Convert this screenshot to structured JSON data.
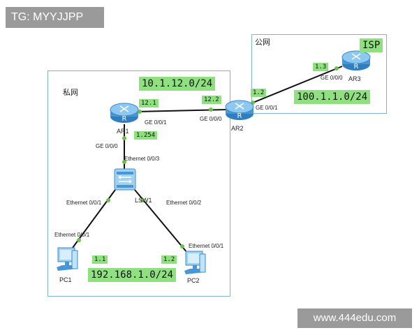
{
  "watermarks": {
    "top_left": "TG: MYYJJPP",
    "bottom_right": "www.444edu.com"
  },
  "zones": {
    "private": "私网",
    "public": "公网"
  },
  "networks": {
    "wan12": "10.1.12.0/24",
    "lan": "192.168.1.0/24",
    "isp_net": "100.1.1.0/24",
    "isp": "ISP"
  },
  "devices": {
    "ar1": "AR1",
    "ar2": "AR2",
    "ar3": "AR3",
    "lsw1": "LSW1",
    "pc1": "PC1",
    "pc2": "PC2"
  },
  "ips": {
    "ar1_ge001": "12.1",
    "ar2_ge000": "12.2",
    "ar2_ge001": "1.2",
    "ar3_ge000": "1.3",
    "ar1_ge000": "1.254",
    "pc1": "1.1",
    "pc2": "1.2"
  },
  "ports": {
    "ar1_ge001": "GE 0/0/1",
    "ar2_ge000": "GE 0/0/0",
    "ar2_ge001": "GE 0/0/1",
    "ar3_ge000": "GE 0/0/0",
    "ar1_ge000": "GE 0/0/0",
    "lsw_e003": "Ethernet 0/0/3",
    "lsw_e001": "Ethernet 0/0/1",
    "lsw_e002": "Ethernet 0/0/2",
    "pc1_e001": "Ethernet 0/0/1",
    "pc2_e001": "Ethernet 0/0/1"
  },
  "colors": {
    "label_green": "#8fe07f",
    "zone_border": "#7fb2d6",
    "router_blue": "#5aa6de",
    "link_black": "#111111",
    "link_dot_green": "#6cc04a"
  }
}
